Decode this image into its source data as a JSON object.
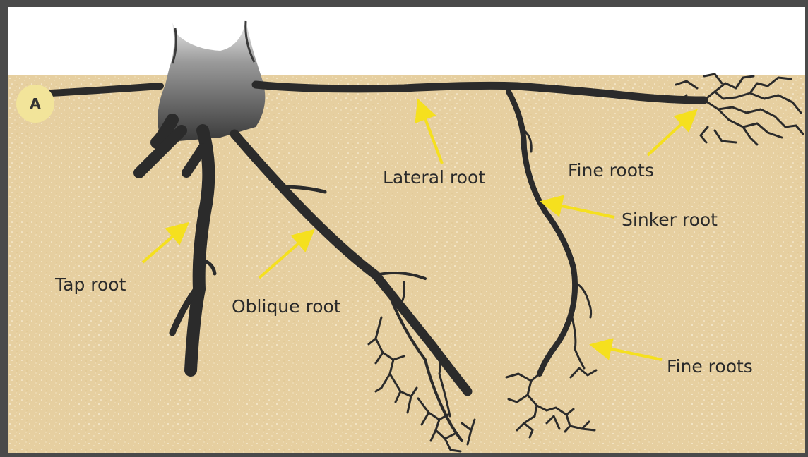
{
  "panel_letter": "A",
  "labels": {
    "lateral_root": "Lateral root",
    "fine_roots_top": "Fine roots",
    "sinker_root": "Sinker root",
    "tap_root": "Tap root",
    "oblique_root": "Oblique root",
    "fine_roots_bottom": "Fine roots"
  },
  "colors": {
    "soil": "#e6cfa0",
    "sky": "#ffffff",
    "root": "#2b2b2b",
    "arrow": "#f5e01e",
    "badge": "#f2e49a",
    "frame": "#4a4a4a"
  }
}
